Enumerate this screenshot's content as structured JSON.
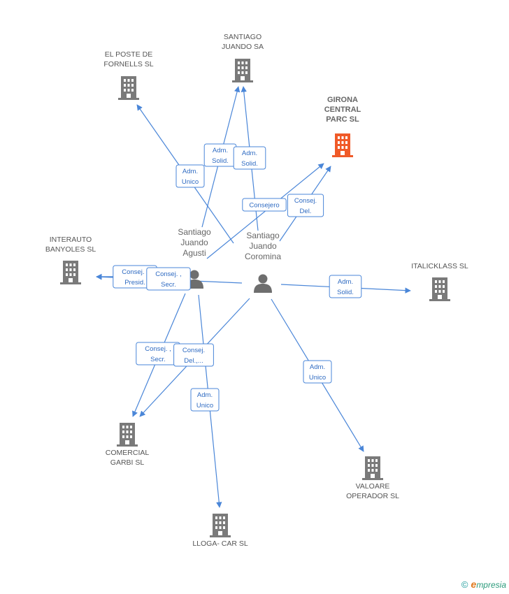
{
  "companies": [
    {
      "id": "el_poste",
      "lines": [
        "EL POSTE DE",
        "FORNELLS SL"
      ],
      "focus": false
    },
    {
      "id": "santiago_juando_sa",
      "lines": [
        "SANTIAGO",
        "JUANDO SA"
      ],
      "focus": false
    },
    {
      "id": "girona",
      "lines": [
        "GIRONA",
        "CENTRAL",
        "PARC SL"
      ],
      "focus": true
    },
    {
      "id": "interauto",
      "lines": [
        "INTERAUTO",
        "BANYOLES SL"
      ],
      "focus": false
    },
    {
      "id": "italicklass",
      "lines": [
        "ITALICKLASS SL"
      ],
      "focus": false
    },
    {
      "id": "comercial_garbi",
      "lines": [
        "COMERCIAL",
        "GARBI SL"
      ],
      "focus": false
    },
    {
      "id": "valoare",
      "lines": [
        "VALOARE",
        "OPERADOR SL"
      ],
      "focus": false
    },
    {
      "id": "lloga_car",
      "lines": [
        "LLOGA- CAR SL"
      ],
      "focus": false
    }
  ],
  "persons": [
    {
      "id": "agusti",
      "lines": [
        "Santiago",
        "Juando",
        "Agusti"
      ]
    },
    {
      "id": "coromina",
      "lines": [
        "Santiago",
        "Juando",
        "Coromina"
      ]
    }
  ],
  "edges": [
    {
      "id": "e1",
      "from": "coromina",
      "to": "el_poste",
      "role": [
        "Adm.",
        "Unico"
      ]
    },
    {
      "id": "e2",
      "from": "agusti",
      "to": "santiago_juando_sa",
      "role": [
        "Adm.",
        "Solid."
      ]
    },
    {
      "id": "e3",
      "from": "coromina",
      "to": "santiago_juando_sa",
      "role": [
        "Adm.",
        "Solid."
      ]
    },
    {
      "id": "e4",
      "from": "agusti",
      "to": "girona",
      "role": [
        "Consejero"
      ]
    },
    {
      "id": "e5",
      "from": "coromina",
      "to": "girona",
      "role": [
        "Consej.",
        "Del."
      ]
    },
    {
      "id": "e6",
      "from": "agusti",
      "to": "interauto",
      "role": [
        "Consej. ,",
        "Presid."
      ]
    },
    {
      "id": "e7",
      "from": "coromina",
      "to": "interauto",
      "role": [
        "Consej. ,",
        "Secr."
      ]
    },
    {
      "id": "e8",
      "from": "coromina",
      "to": "italicklass",
      "role": [
        "Adm.",
        "Solid."
      ]
    },
    {
      "id": "e9",
      "from": "agusti",
      "to": "comercial_garbi",
      "role": [
        "Consej. ,",
        "Secr."
      ]
    },
    {
      "id": "e10",
      "from": "coromina",
      "to": "comercial_garbi",
      "role": [
        "Consej.",
        "Del.,..."
      ]
    },
    {
      "id": "e11",
      "from": "agusti",
      "to": "lloga_car",
      "role": [
        "Adm.",
        "Unico"
      ]
    },
    {
      "id": "e12",
      "from": "coromina",
      "to": "valoare",
      "role": [
        "Adm.",
        "Unico"
      ]
    }
  ],
  "colors": {
    "edge": "#4a86d8",
    "building": "#7a7a7a",
    "building_focus": "#f05a28",
    "person": "#6e6e6e"
  },
  "footer": {
    "copyright_symbol": "©",
    "brand_initial": "e",
    "brand_rest": "mpresia"
  }
}
